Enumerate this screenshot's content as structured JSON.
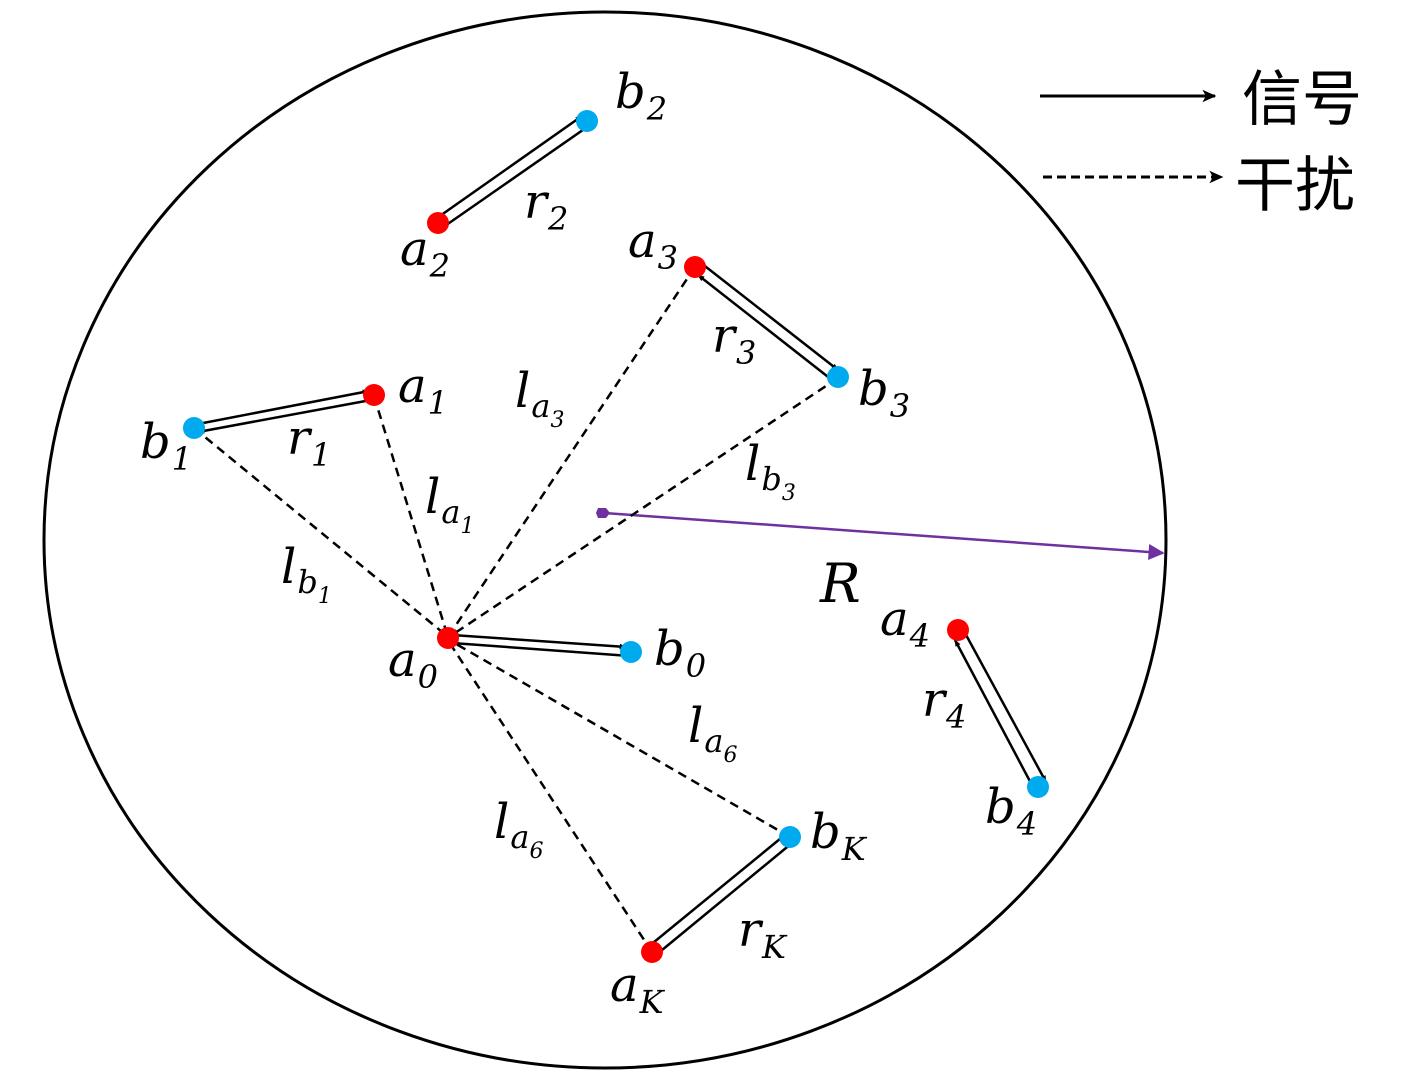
{
  "legend": {
    "signal_label": "信号",
    "interference_label": "干扰"
  },
  "colors": {
    "transmitter": "#ff0000",
    "receiver": "#00aaee",
    "radius_arrow": "#7030a0",
    "line": "#000000"
  },
  "labels": {
    "radius": "R",
    "node_a0": {
      "base": "a",
      "sub": "0"
    },
    "node_b0": {
      "base": "b",
      "sub": "0"
    },
    "node_a1": {
      "base": "a",
      "sub": "1"
    },
    "node_b1": {
      "base": "b",
      "sub": "1"
    },
    "node_a2": {
      "base": "a",
      "sub": "2"
    },
    "node_b2": {
      "base": "b",
      "sub": "2"
    },
    "node_a3": {
      "base": "a",
      "sub": "3"
    },
    "node_b3": {
      "base": "b",
      "sub": "3"
    },
    "node_a4": {
      "base": "a",
      "sub": "4"
    },
    "node_b4": {
      "base": "b",
      "sub": "4"
    },
    "node_aK": {
      "base": "a",
      "sub": "K"
    },
    "node_bK": {
      "base": "b",
      "sub": "K"
    },
    "r1": {
      "base": "r",
      "sub": "1"
    },
    "r2": {
      "base": "r",
      "sub": "2"
    },
    "r3": {
      "base": "r",
      "sub": "3"
    },
    "r4": {
      "base": "r",
      "sub": "4"
    },
    "rK": {
      "base": "r",
      "sub": "K"
    },
    "l_a1": {
      "base": "l",
      "sub": "a",
      "subsub": "1"
    },
    "l_b1": {
      "base": "l",
      "sub": "b",
      "subsub": "1"
    },
    "l_a3": {
      "base": "l",
      "sub": "a",
      "subsub": "3"
    },
    "l_b3": {
      "base": "l",
      "sub": "b",
      "subsub": "3"
    },
    "l_a6_upper": {
      "base": "l",
      "sub": "a",
      "subsub": "6"
    },
    "l_a6_lower": {
      "base": "l",
      "sub": "a",
      "subsub": "6"
    }
  }
}
